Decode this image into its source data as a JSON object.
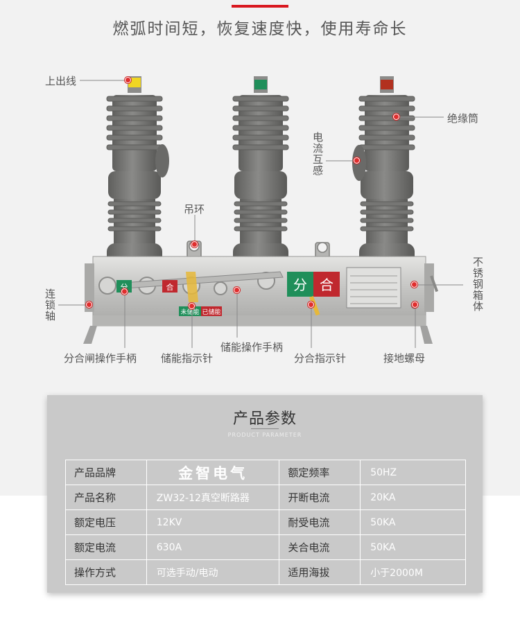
{
  "headline": "燃弧时间短，恢复速度快，使用寿命长",
  "colors": {
    "accent": "#d9181f",
    "porcelain": "#7a7a78",
    "steel": "#c8c8c6",
    "card": "#c9c9c9"
  },
  "callouts": {
    "top_outlet": "上出线",
    "insulator": "绝缘筒",
    "current_transformer": "电流互感",
    "lifting_ring": "吊环",
    "interlock_shaft": "连锁轴",
    "stainless_box": "不锈钢箱体",
    "open_close_handle": "分合闸操作手柄",
    "storage_indicator": "储能指示针",
    "storage_handle": "储能操作手柄",
    "open_close_indicator": "分合指示针",
    "ground_nut": "接地螺母"
  },
  "device": {
    "open_label": "分",
    "close_label": "合",
    "small_open": "分",
    "small_close": "合",
    "storage_no": "未储能",
    "storage_yes": "已储能"
  },
  "params": {
    "title": "产品参数",
    "subtitle": "PRODUCT PARAMETER",
    "rows": [
      {
        "k1": "产品品牌",
        "v1": "金智电气",
        "k2": "额定频率",
        "v2": "50HZ"
      },
      {
        "k1": "产品名称",
        "v1": "ZW32-12真空断路器",
        "k2": "开断电流",
        "v2": "20KA"
      },
      {
        "k1": "额定电压",
        "v1": "12KV",
        "k2": "耐受电流",
        "v2": "50KA"
      },
      {
        "k1": "额定电流",
        "v1": "630A",
        "k2": "关合电流",
        "v2": "50KA"
      },
      {
        "k1": "操作方式",
        "v1": "可选手动/电动",
        "k2": "适用海拔",
        "v2": "小于2000M"
      }
    ]
  }
}
